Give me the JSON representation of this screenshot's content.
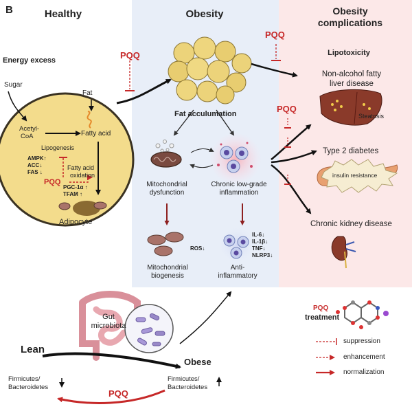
{
  "panel_label": "B",
  "columns": {
    "healthy": "Healthy",
    "obesity": "Obesity",
    "complications_line1": "Obesity",
    "complications_line2": "complications"
  },
  "healthy": {
    "energy_excess": "Energy excess",
    "sugar": "Sugar",
    "fat": "Fat",
    "acetyl_coa_line1": "Acetyl-",
    "acetyl_coa_line2": "CoA",
    "fatty_acid": "Fatty acid",
    "lipogenesis": "Lipogenesis",
    "ampk": "AMPK↑",
    "acc": "ACC↓",
    "fas": "FAS ↓",
    "pqq": "PQQ",
    "fa_oxidation_line1": "Fatty acid",
    "fa_oxidation_line2": "oxidation",
    "pgc": "PGC-1α ↑",
    "tfam": "TFAM ↑",
    "adipocyte": "Adipocyte"
  },
  "obesity": {
    "pqq_top": "PQQ",
    "fat_accumulation": "Fat acculumation",
    "mito_dysfunction_line1": "Mitochondrial",
    "mito_dysfunction_line2": "dysfunction",
    "inflammation_line1": "Chronic low-grade",
    "inflammation_line2": "inflammation",
    "ros": "ROS↓",
    "mito_biogenesis_line1": "Mitochondrial",
    "mito_biogenesis_line2": "biogenesis",
    "markers": [
      "IL-6↓",
      "IL-1β↓",
      "TNF↓",
      "NLRP3↓"
    ],
    "anti_line1": "Anti-",
    "anti_line2": "inflammatory"
  },
  "complications": {
    "pqq_top": "PQQ",
    "pqq_mid": "PQQ",
    "lipotoxicity": "Lipotoxicity",
    "nafld_line1": "Non-alcohol fatty",
    "nafld_line2": "liver disease",
    "steatosis": "Steatosis",
    "t2d": "Type 2 diabetes",
    "insulin_resistance": "insulin resistance",
    "ckd": "Chronic kidney disease"
  },
  "gut": {
    "microbiota_line1": "Gut",
    "microbiota_line2": "microbiota",
    "lean": "Lean",
    "obese": "Obese",
    "fb_left_line1": "Firmicutes/",
    "fb_left_line2": "Bacteroidetes",
    "fb_right_line1": "Firmicutes/",
    "fb_right_line2": "Bacteroidetes",
    "pqq_bottom": "PQQ"
  },
  "legend": {
    "pqq": "PQQ",
    "treatment": "treatment",
    "suppression": "suppression",
    "enhancement": "enhancement",
    "normalization": "normalization"
  },
  "colors": {
    "pqq_red": "#c62828",
    "obesity_bg": "#e8eef8",
    "complications_bg": "#fce8e8",
    "adipocyte_fill": "#f3dc8c",
    "adipocyte_stroke": "#3a3222",
    "fat_cell": "#e9cf70",
    "liver": "#8a3a2a",
    "mito": "#8b5a50"
  }
}
